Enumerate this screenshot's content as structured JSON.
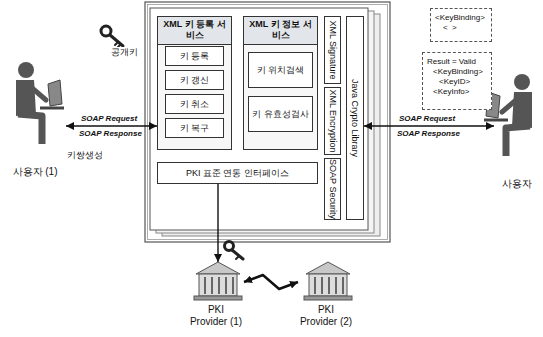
{
  "diagram": {
    "nodes": [
      {
        "text": [
          "사용자 (1)"
        ]
      },
      {
        "text": [
          "XML 키 등록 서비스"
        ]
      },
      {
        "text": [
          "키 등록"
        ],
        "in": 1
      },
      {
        "text": [
          "키 갱신"
        ],
        "in": 1
      },
      {
        "text": [
          "키 취소"
        ],
        "in": 1
      },
      {
        "text": [
          "키 복구"
        ],
        "in": 1
      },
      {
        "text": [
          "XML 키 정보 서비스"
        ]
      },
      {
        "text": [
          "키 위치검색"
        ],
        "in": 6
      },
      {
        "text": [
          "키 유효성검사"
        ],
        "in": 6
      },
      {
        "text": [
          "XML Signature"
        ]
      },
      {
        "text": [
          "XML Encryption"
        ]
      },
      {
        "text": [
          "SOAP Security"
        ]
      },
      {
        "text": [
          "Java Crypto Library"
        ]
      },
      {
        "text": [
          "PKI 표준 연동 인터페이스"
        ]
      },
      {
        "text": [
          "사용자"
        ]
      },
      {
        "text": [
          "<KeyBinding>",
          "<  >"
        ]
      },
      {
        "text": [
          "Result = Valid",
          "<KeyBinding>",
          "<KeyID>",
          "<KeyInfo>"
        ]
      },
      {
        "text": [
          "PKI Provider (1)"
        ]
      },
      {
        "text": [
          "PKI Provider (2)"
        ]
      }
    ],
    "edges": [
      {
        "from": 0,
        "to": 1,
        "arrow": "both",
        "label": "SOAP Request"
      },
      {
        "from": 12,
        "to": 14,
        "arrow": "both",
        "label": "SOAP Request"
      },
      {
        "from": 13,
        "to": 17,
        "arrow": "to"
      },
      {
        "from": 17,
        "to": 18,
        "arrow": "both"
      }
    ],
    "labels": [
      "공개키",
      "키쌍생성",
      "SOAP Response",
      "SOAP Response"
    ]
  }
}
